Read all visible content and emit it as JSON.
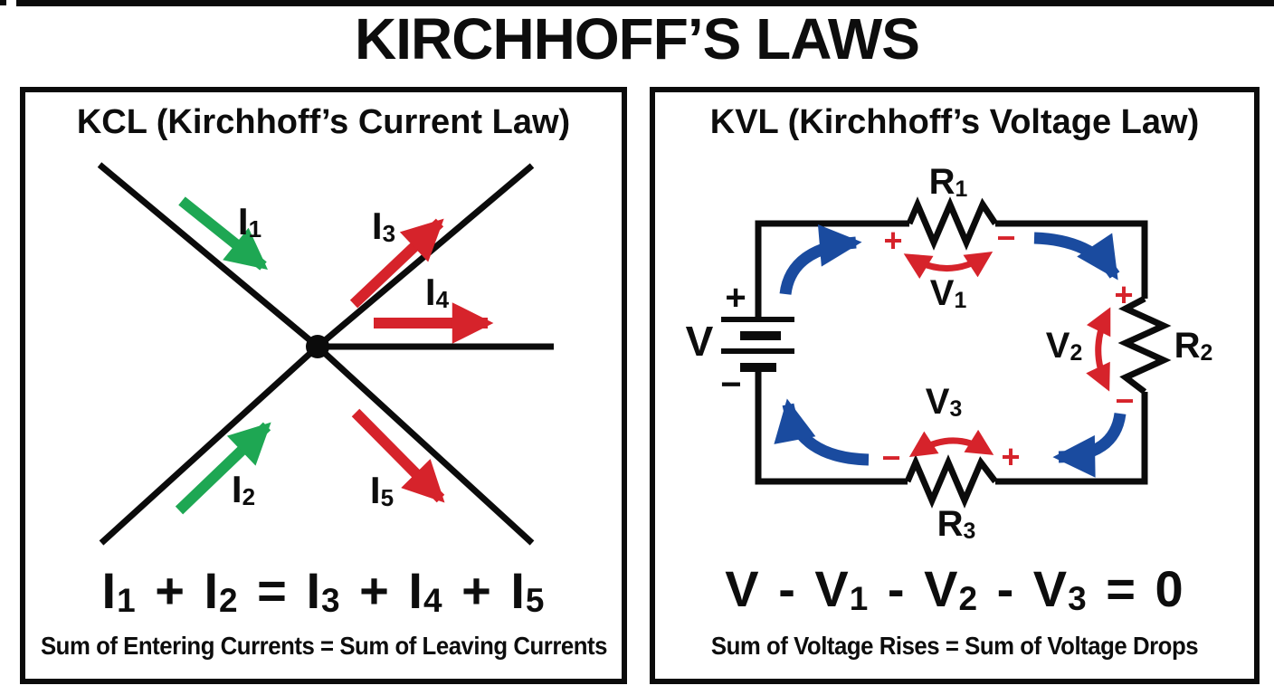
{
  "page": {
    "title": "KIRCHHOFF’S LAWS"
  },
  "colors": {
    "ink": "#0d0d0d",
    "entering_green": "#1ea753",
    "leaving_red": "#d6232b",
    "flow_blue": "#1a4b9f",
    "polarity_red": "#d6232b"
  },
  "kcl": {
    "heading": "KCL (Kirchhoff’s Current Law)",
    "currents": {
      "i1": [
        {
          "t": "I",
          "sub": "1"
        }
      ],
      "i2": [
        {
          "t": "I",
          "sub": "2"
        }
      ],
      "i3": [
        {
          "t": "I",
          "sub": "3"
        }
      ],
      "i4": [
        {
          "t": "I",
          "sub": "4"
        }
      ],
      "i5": [
        {
          "t": "I",
          "sub": "5"
        }
      ]
    },
    "equation": [
      {
        "t": "I",
        "sub": "1"
      },
      {
        "t": " + "
      },
      {
        "t": "I",
        "sub": "2"
      },
      {
        "t": " = "
      },
      {
        "t": "I",
        "sub": "3"
      },
      {
        "t": " + "
      },
      {
        "t": "I",
        "sub": "4"
      },
      {
        "t": " + "
      },
      {
        "t": "I",
        "sub": "5"
      }
    ],
    "caption": "Sum of Entering Currents = Sum of Leaving Currents"
  },
  "kvl": {
    "heading": "KVL (Kirchhoff’s Voltage Law)",
    "source_label": "V",
    "polarity": {
      "plus": "+",
      "minus": "−"
    },
    "resistors": {
      "r1": [
        {
          "t": "R",
          "sub": "1"
        }
      ],
      "r2": [
        {
          "t": "R",
          "sub": "2"
        }
      ],
      "r3": [
        {
          "t": "R",
          "sub": "3"
        }
      ]
    },
    "voltages": {
      "v1": [
        {
          "t": "V",
          "sub": "1"
        }
      ],
      "v2": [
        {
          "t": "V",
          "sub": "2"
        }
      ],
      "v3": [
        {
          "t": "V",
          "sub": "3"
        }
      ]
    },
    "equation": [
      {
        "t": "V - "
      },
      {
        "t": "V",
        "sub": "1"
      },
      {
        "t": " - "
      },
      {
        "t": "V",
        "sub": "2"
      },
      {
        "t": " - "
      },
      {
        "t": "V",
        "sub": "3"
      },
      {
        "t": " = 0"
      }
    ],
    "caption": "Sum of Voltage Rises = Sum of Voltage Drops"
  }
}
